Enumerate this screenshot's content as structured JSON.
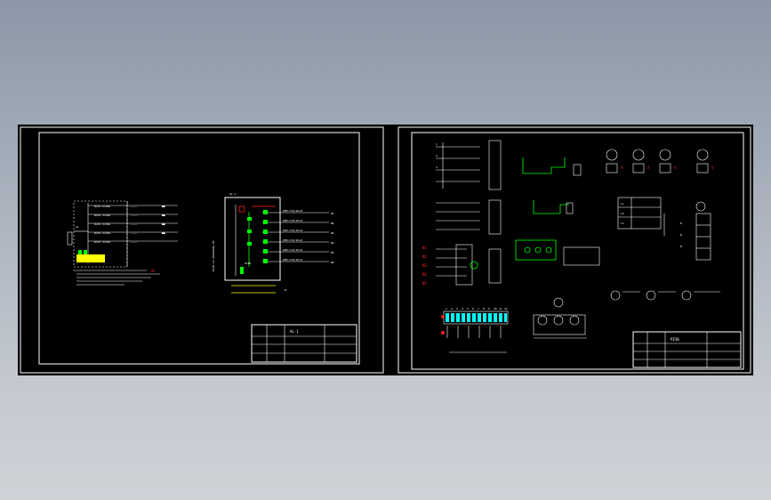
{
  "sheet_left": {
    "wiring_rows": [
      "BLVV-5×10A",
      "BLVV-3×10A",
      "BLVV-3×10A",
      "BLVV-3×10A",
      "BLVV-3×10A"
    ],
    "cabinet_label": "AL",
    "outgoing_rows": [
      "DPN-C16/1P+N",
      "DPN-C16/1P+N",
      "DPN-C16/1P+N",
      "DPN-C16/1P+N",
      "DPN-C16/1P+N",
      "DPN-C16/1P+N"
    ],
    "outgoing_ids": [
      "N1",
      "N2",
      "N3",
      "N4",
      "N5",
      "N6"
    ],
    "vertical_label": "PZ30-12 ROUGHING-IN",
    "red_note": "AL",
    "title_row": "AL-1"
  },
  "sheet_right": {
    "terminal_numbers": [
      "1",
      "2",
      "3",
      "4",
      "5",
      "6",
      "7",
      "8",
      "9",
      "10",
      "11",
      "12"
    ],
    "left_labels": [
      "N1",
      "N2",
      "N3",
      "N4",
      "N5"
    ],
    "legend_rows": [
      "L1",
      "L2",
      "L3"
    ],
    "title_row": "PZ30"
  }
}
